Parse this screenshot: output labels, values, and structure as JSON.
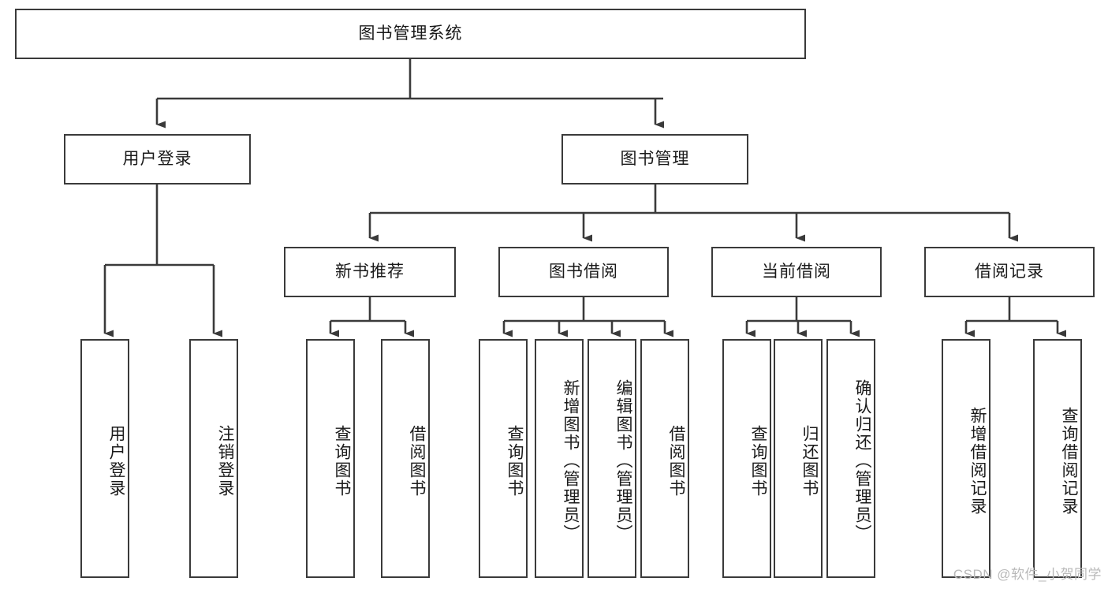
{
  "diagram": {
    "title": "图书管理系统",
    "type": "tree-hierarchy-diagram",
    "root": {
      "id": "root",
      "label": "图书管理系统"
    },
    "level2": [
      {
        "id": "login",
        "label": "用户登录"
      },
      {
        "id": "bookmgmt",
        "label": "图书管理"
      }
    ],
    "level3": [
      {
        "id": "newbook",
        "label": "新书推荐",
        "parent": "bookmgmt"
      },
      {
        "id": "borrow",
        "label": "图书借阅",
        "parent": "bookmgmt"
      },
      {
        "id": "current",
        "label": "当前借阅",
        "parent": "bookmgmt"
      },
      {
        "id": "record",
        "label": "借阅记录",
        "parent": "bookmgmt"
      }
    ],
    "leaves": [
      {
        "id": "leaf-user-login",
        "label": "用户登录",
        "parent": "login"
      },
      {
        "id": "leaf-logout",
        "label": "注销登录",
        "parent": "login"
      },
      {
        "id": "leaf-query-book-1",
        "label": "查询图书",
        "parent": "newbook"
      },
      {
        "id": "leaf-borrow-book-1",
        "label": "借阅图书",
        "parent": "newbook"
      },
      {
        "id": "leaf-query-book-2",
        "label": "查询图书",
        "parent": "borrow"
      },
      {
        "id": "leaf-add-book",
        "label": "新增图书（管理员）",
        "parent": "borrow"
      },
      {
        "id": "leaf-edit-book",
        "label": "编辑图书（管理员）",
        "parent": "borrow"
      },
      {
        "id": "leaf-borrow-book-2",
        "label": "借阅图书",
        "parent": "borrow"
      },
      {
        "id": "leaf-query-book-3",
        "label": "查询图书",
        "parent": "current"
      },
      {
        "id": "leaf-return-book",
        "label": "归还图书",
        "parent": "current"
      },
      {
        "id": "leaf-confirm-return",
        "label": "确认归还（管理员）",
        "parent": "current"
      },
      {
        "id": "leaf-add-record",
        "label": "新增借阅记录",
        "parent": "record"
      },
      {
        "id": "leaf-query-record",
        "label": "查询借阅记录",
        "parent": "record"
      }
    ]
  },
  "watermark": "CSDN @软件_小贺同学",
  "colors": {
    "border": "#3a3a3a",
    "background": "#ffffff",
    "text": "#1a1a1a",
    "watermark": "#b9b9b9"
  }
}
